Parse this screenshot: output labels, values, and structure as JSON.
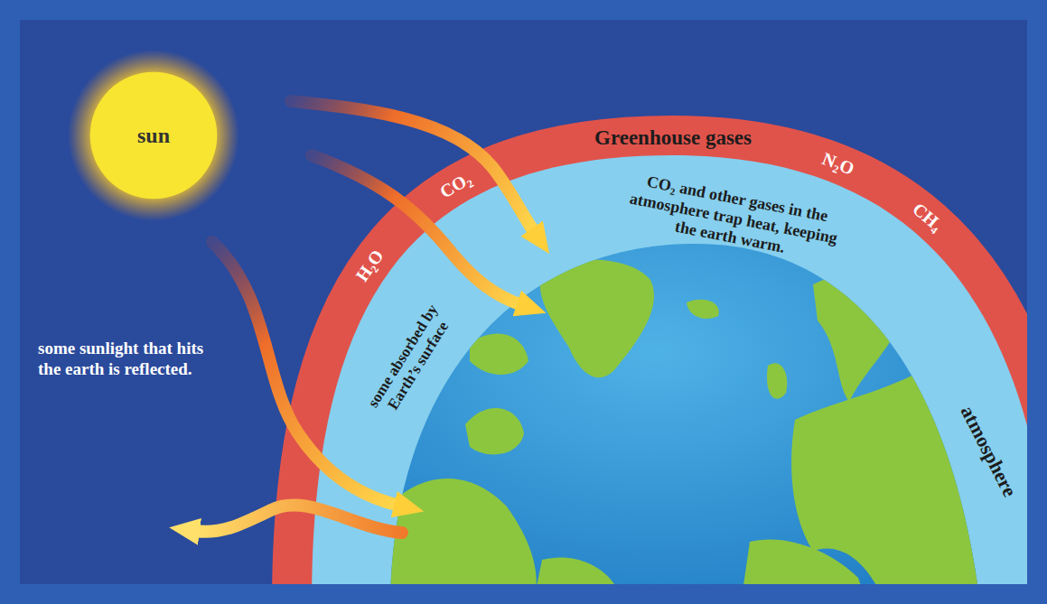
{
  "diagram": {
    "nodes": [
      {
        "text": [
          "sun"
        ]
      }
    ],
    "labels": [
      "Greenhouse gases",
      "CO₂",
      "N₂O",
      "CH₄",
      "H₂O",
      "CO₂ and other gases in the atmosphere trap heat, keeping the earth warm.",
      "some absorbed by Earth’s surface",
      "some sunlight that hits the earth is reflected.",
      "atmosphere"
    ]
  }
}
